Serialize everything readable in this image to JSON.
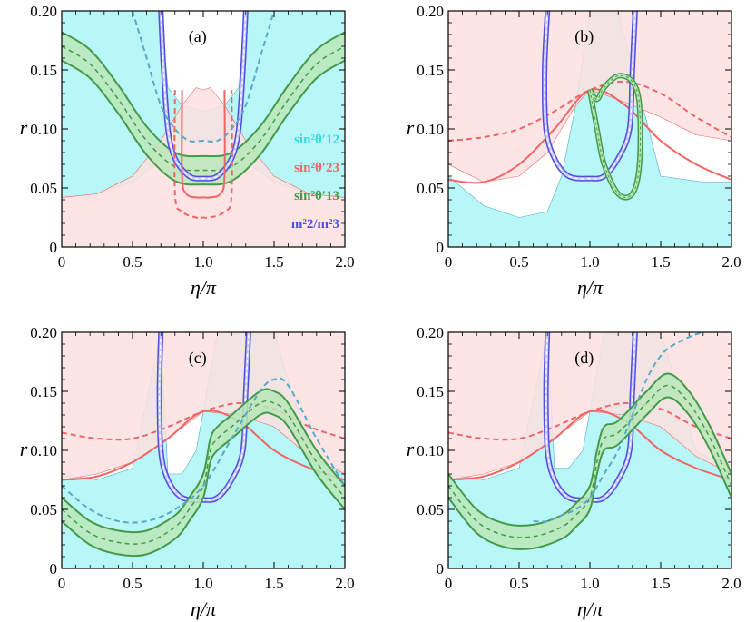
{
  "colors": {
    "cyan_fill": "#b8f7f7",
    "cyan_line": "#5aa8c8",
    "pink_fill": "#fde0e0",
    "overlap_fill": "#ecdcdc",
    "red": "#ee6666",
    "green": "#44994a",
    "green_band": "#b8e8b8",
    "blue": "#5050e0",
    "blue_band": "#c8c8ff"
  },
  "chart_data": [
    {
      "type": "line",
      "panel": "(a)",
      "xlabel": "η/π",
      "ylabel": "r",
      "xlim": [
        0,
        2.0
      ],
      "ylim": [
        0,
        0.2
      ],
      "xticks": [
        "0",
        "0.5",
        "1.0",
        "1.5",
        "2.0"
      ],
      "yticks": [
        "0",
        "0.05",
        "0.10",
        "0.15",
        "0.20"
      ],
      "legend": [
        {
          "label": "sin²θ′12",
          "color": "#33dddd"
        },
        {
          "label": "sin²θ′23",
          "color": "#ee6666"
        },
        {
          "label": "sin²θ′13",
          "color": "#44994a"
        },
        {
          "label": "m²2/m²3",
          "color": "#5050e0"
        }
      ],
      "regions": [
        {
          "name": "sin2theta12 allowed",
          "color": "cyan",
          "x": [
            0,
            0.25,
            0.5,
            0.65,
            0.7,
            0.75,
            0.85,
            1.0,
            1.15,
            1.25,
            1.3,
            1.35,
            1.5,
            1.75,
            2.0
          ],
          "y_lower": [
            0.042,
            0.045,
            0.055,
            0.068,
            0.075,
            0.08,
            0.09,
            0.09,
            0.09,
            0.08,
            0.075,
            0.068,
            0.055,
            0.045,
            0.042
          ],
          "y_upper": [
            0.2,
            0.2,
            0.2,
            0.2,
            0.2,
            0.135,
            0.12,
            0.115,
            0.12,
            0.135,
            0.2,
            0.2,
            0.2,
            0.2,
            0.2
          ]
        },
        {
          "name": "sin2theta23 allowed",
          "color": "pink",
          "x": [
            0,
            0.25,
            0.5,
            0.7,
            0.85,
            0.95,
            1.0,
            1.05,
            1.15,
            1.3,
            1.5,
            1.75,
            2.0
          ],
          "y_lower": [
            0,
            0,
            0,
            0,
            0,
            0,
            0,
            0,
            0,
            0,
            0,
            0,
            0
          ],
          "y_upper": [
            0.042,
            0.045,
            0.06,
            0.09,
            0.12,
            0.135,
            0.133,
            0.135,
            0.12,
            0.09,
            0.06,
            0.045,
            0.042
          ]
        }
      ],
      "series": [
        {
          "name": "sin²θ′13",
          "style": "band",
          "x": [
            0,
            0.2,
            0.4,
            0.6,
            0.8,
            1.0,
            1.2,
            1.4,
            1.6,
            1.8,
            2.0
          ],
          "y": [
            0.17,
            0.155,
            0.125,
            0.09,
            0.068,
            0.065,
            0.068,
            0.09,
            0.125,
            0.155,
            0.17
          ],
          "halfwidth": 0.012
        },
        {
          "name": "blue-loop",
          "style": "loop",
          "x": [
            0.7,
            0.72,
            0.75,
            0.8,
            0.9,
            1.0,
            1.1,
            1.2,
            1.25,
            1.28,
            1.3
          ],
          "y": [
            0.2,
            0.15,
            0.1,
            0.075,
            0.06,
            0.058,
            0.06,
            0.075,
            0.1,
            0.15,
            0.2
          ]
        },
        {
          "name": "red-solid-loop",
          "style": "red-solid",
          "x": [
            0.85,
            0.85,
            0.88,
            0.95,
            1.0,
            1.05,
            1.12,
            1.15,
            1.15
          ],
          "y": [
            0.133,
            0.06,
            0.045,
            0.042,
            0.042,
            0.042,
            0.045,
            0.06,
            0.133
          ]
        },
        {
          "name": "red-dashed-loop",
          "style": "red-dashed",
          "x": [
            0.8,
            0.8,
            0.85,
            0.95,
            1.0,
            1.05,
            1.15,
            1.2,
            1.2
          ],
          "y": [
            0.133,
            0.045,
            0.03,
            0.025,
            0.025,
            0.025,
            0.03,
            0.045,
            0.133
          ]
        },
        {
          "name": "cyan-dashed",
          "style": "cyan-dashed",
          "x": [
            0.5,
            0.6,
            0.7,
            0.8,
            0.9,
            1.0,
            1.1,
            1.2,
            1.3,
            1.4,
            1.5
          ],
          "y": [
            0.2,
            0.16,
            0.12,
            0.1,
            0.09,
            0.09,
            0.09,
            0.1,
            0.12,
            0.16,
            0.2
          ]
        }
      ]
    },
    {
      "type": "line",
      "panel": "(b)",
      "xlabel": "η/π",
      "ylabel": "r",
      "xlim": [
        0,
        2.0
      ],
      "ylim": [
        0,
        0.2
      ],
      "xticks": [
        "0",
        "0.5",
        "1.0",
        "1.5",
        "2.0"
      ],
      "yticks": [
        "0",
        "0.05",
        "0.10",
        "0.15",
        "0.20"
      ],
      "regions": [
        {
          "name": "cyan-region",
          "color": "cyan",
          "x": [
            0,
            0.25,
            0.5,
            0.7,
            0.8,
            0.9,
            1.0,
            1.2,
            1.5,
            1.8,
            2.0
          ],
          "y_lower": [
            0,
            0,
            0,
            0,
            0,
            0,
            0,
            0,
            0,
            0,
            0
          ],
          "y_upper": [
            0.06,
            0.035,
            0.025,
            0.03,
            0.06,
            0.12,
            0.2,
            0.2,
            0.06,
            0.055,
            0.055
          ]
        },
        {
          "name": "pink-region",
          "color": "pink",
          "x": [
            0,
            0.25,
            0.5,
            0.7,
            0.8,
            0.9,
            1.0,
            1.2,
            1.5,
            1.75,
            2.0
          ],
          "y_lower": [
            0.07,
            0.055,
            0.06,
            0.08,
            0.1,
            0.12,
            0.133,
            0.125,
            0.11,
            0.095,
            0.09
          ],
          "y_upper": [
            0.2,
            0.2,
            0.2,
            0.2,
            0.2,
            0.2,
            0.2,
            0.2,
            0.2,
            0.2,
            0.2
          ]
        }
      ],
      "series": [
        {
          "name": "red-dashed",
          "style": "red-dashed",
          "x": [
            0,
            0.25,
            0.5,
            0.75,
            1.0,
            1.25,
            1.5,
            1.75,
            2.0
          ],
          "y": [
            0.09,
            0.093,
            0.1,
            0.115,
            0.133,
            0.14,
            0.13,
            0.11,
            0.093
          ]
        },
        {
          "name": "red-solid",
          "style": "red-solid",
          "x": [
            0,
            0.25,
            0.5,
            0.75,
            1.0,
            1.25,
            1.5,
            1.75,
            2.0
          ],
          "y": [
            0.057,
            0.055,
            0.07,
            0.1,
            0.133,
            0.12,
            0.09,
            0.07,
            0.057
          ]
        },
        {
          "name": "blue-loop",
          "style": "loop",
          "x": [
            0.7,
            0.68,
            0.69,
            0.75,
            0.85,
            1.0,
            1.1,
            1.2,
            1.28,
            1.3,
            1.32
          ],
          "y": [
            0.2,
            0.15,
            0.1,
            0.075,
            0.06,
            0.058,
            0.06,
            0.075,
            0.1,
            0.15,
            0.2
          ]
        },
        {
          "name": "green-loop",
          "style": "green-loop",
          "x": [
            1.0,
            1.05,
            1.1,
            1.2,
            1.3,
            1.35,
            1.35,
            1.3,
            1.2,
            1.1,
            1.05,
            1.0
          ],
          "y": [
            0.133,
            0.1,
            0.07,
            0.045,
            0.045,
            0.07,
            0.12,
            0.14,
            0.145,
            0.135,
            0.125,
            0.133
          ]
        }
      ]
    },
    {
      "type": "line",
      "panel": "(c)",
      "xlabel": "η/π",
      "ylabel": "r",
      "xlim": [
        0,
        2.0
      ],
      "ylim": [
        0,
        0.2
      ],
      "xticks": [
        "0",
        "0.5",
        "1.0",
        "1.5",
        "2.0"
      ],
      "yticks": [
        "0",
        "0.05",
        "0.10",
        "0.15",
        "0.20"
      ],
      "regions": [
        {
          "name": "cyan-region",
          "color": "cyan",
          "x": [
            0,
            0.25,
            0.5,
            0.7,
            0.75,
            0.85,
            0.95,
            1.0,
            1.1,
            1.25,
            1.5,
            1.75,
            2.0
          ],
          "y_lower": [
            0,
            0,
            0,
            0,
            0,
            0,
            0,
            0,
            0,
            0,
            0,
            0,
            0
          ],
          "y_upper": [
            0.08,
            0.075,
            0.085,
            0.2,
            0.08,
            0.08,
            0.1,
            0.133,
            0.2,
            0.2,
            0.2,
            0.1,
            0.08
          ]
        },
        {
          "name": "pink-region",
          "color": "pink",
          "x": [
            0,
            0.25,
            0.5,
            0.75,
            1.0,
            1.25,
            1.5,
            1.75,
            2.0
          ],
          "y_lower": [
            0.075,
            0.08,
            0.09,
            0.11,
            0.133,
            0.13,
            0.12,
            0.095,
            0.08
          ],
          "y_upper": [
            0.2,
            0.2,
            0.2,
            0.2,
            0.2,
            0.2,
            0.2,
            0.2,
            0.2
          ]
        }
      ],
      "series": [
        {
          "name": "red-dashed",
          "style": "red-dashed",
          "x": [
            0,
            0.25,
            0.5,
            0.75,
            1.0,
            1.25,
            1.5,
            1.75,
            2.0
          ],
          "y": [
            0.115,
            0.11,
            0.11,
            0.12,
            0.133,
            0.14,
            0.135,
            0.12,
            0.11
          ]
        },
        {
          "name": "red-solid",
          "style": "red-solid",
          "x": [
            0,
            0.25,
            0.5,
            0.75,
            1.0,
            1.25,
            1.5,
            1.75,
            2.0
          ],
          "y": [
            0.075,
            0.078,
            0.09,
            0.11,
            0.133,
            0.125,
            0.1,
            0.085,
            0.075
          ]
        },
        {
          "name": "blue-loop",
          "style": "loop",
          "x": [
            0.7,
            0.69,
            0.7,
            0.75,
            0.85,
            1.0,
            1.1,
            1.2,
            1.28,
            1.3,
            1.32
          ],
          "y": [
            0.2,
            0.15,
            0.1,
            0.075,
            0.06,
            0.058,
            0.06,
            0.075,
            0.1,
            0.15,
            0.2
          ]
        },
        {
          "name": "green-band",
          "style": "band",
          "x": [
            0,
            0.2,
            0.4,
            0.6,
            0.8,
            0.9,
            1.0,
            1.05,
            1.1,
            1.2,
            1.4,
            1.5,
            1.6,
            1.8,
            2.0
          ],
          "y": [
            0.05,
            0.03,
            0.022,
            0.022,
            0.035,
            0.05,
            0.07,
            0.1,
            0.11,
            0.12,
            0.14,
            0.14,
            0.13,
            0.09,
            0.06
          ],
          "halfwidth": 0.01
        },
        {
          "name": "cyan-dashed",
          "style": "cyan-dashed",
          "x": [
            0,
            0.2,
            0.4,
            0.6,
            0.8,
            1.0,
            1.2,
            1.4,
            1.5,
            1.6,
            1.8,
            2.0
          ],
          "y": [
            0.07,
            0.05,
            0.04,
            0.04,
            0.05,
            0.07,
            0.11,
            0.15,
            0.16,
            0.155,
            0.11,
            0.07
          ]
        }
      ]
    },
    {
      "type": "line",
      "panel": "(d)",
      "xlabel": "η/π",
      "ylabel": "r",
      "xlim": [
        0,
        2.0
      ],
      "ylim": [
        0,
        0.2
      ],
      "xticks": [
        "0",
        "0.5",
        "1.0",
        "1.5",
        "2.0"
      ],
      "yticks": [
        "0",
        "0.05",
        "0.10",
        "0.15",
        "0.20"
      ],
      "regions": [
        {
          "name": "cyan-region",
          "color": "cyan",
          "x": [
            0,
            0.25,
            0.5,
            0.7,
            0.75,
            0.85,
            0.95,
            1.0,
            1.1,
            1.25,
            1.5,
            1.75,
            2.0
          ],
          "y_lower": [
            0,
            0,
            0,
            0,
            0,
            0,
            0,
            0,
            0,
            0,
            0,
            0,
            0
          ],
          "y_upper": [
            0.08,
            0.075,
            0.085,
            0.2,
            0.085,
            0.085,
            0.1,
            0.133,
            0.2,
            0.2,
            0.2,
            0.1,
            0.08
          ]
        },
        {
          "name": "pink-region",
          "color": "pink",
          "x": [
            0,
            0.25,
            0.5,
            0.75,
            1.0,
            1.25,
            1.5,
            1.75,
            2.0
          ],
          "y_lower": [
            0.075,
            0.08,
            0.09,
            0.11,
            0.133,
            0.13,
            0.12,
            0.095,
            0.08
          ],
          "y_upper": [
            0.2,
            0.2,
            0.2,
            0.2,
            0.2,
            0.2,
            0.2,
            0.2,
            0.2
          ]
        }
      ],
      "series": [
        {
          "name": "red-dashed",
          "style": "red-dashed",
          "x": [
            0,
            0.25,
            0.5,
            0.75,
            1.0,
            1.25,
            1.5,
            1.75,
            2.0
          ],
          "y": [
            0.115,
            0.11,
            0.11,
            0.12,
            0.133,
            0.14,
            0.135,
            0.12,
            0.11
          ]
        },
        {
          "name": "red-solid",
          "style": "red-solid",
          "x": [
            0,
            0.25,
            0.5,
            0.75,
            1.0,
            1.25,
            1.5,
            1.75,
            2.0
          ],
          "y": [
            0.075,
            0.078,
            0.09,
            0.11,
            0.133,
            0.125,
            0.1,
            0.085,
            0.075
          ]
        },
        {
          "name": "blue-loop",
          "style": "loop",
          "x": [
            0.7,
            0.69,
            0.7,
            0.75,
            0.85,
            1.0,
            1.1,
            1.2,
            1.28,
            1.3,
            1.32
          ],
          "y": [
            0.2,
            0.15,
            0.1,
            0.075,
            0.06,
            0.058,
            0.06,
            0.075,
            0.1,
            0.15,
            0.2
          ]
        },
        {
          "name": "green-band",
          "style": "band",
          "x": [
            0,
            0.2,
            0.4,
            0.6,
            0.8,
            0.9,
            1.0,
            1.05,
            1.1,
            1.2,
            1.4,
            1.55,
            1.7,
            1.85,
            2.0
          ],
          "y": [
            0.07,
            0.04,
            0.028,
            0.027,
            0.035,
            0.045,
            0.06,
            0.09,
            0.11,
            0.115,
            0.14,
            0.155,
            0.14,
            0.11,
            0.07
          ],
          "halfwidth": 0.01
        },
        {
          "name": "cyan-dashed",
          "style": "cyan-dashed",
          "x": [
            0.6,
            0.7,
            0.8,
            0.9,
            1.0,
            1.1,
            1.2,
            1.3,
            1.4,
            1.5,
            1.6,
            1.8,
            2.0
          ],
          "y": [
            0.04,
            0.04,
            0.045,
            0.05,
            0.06,
            0.08,
            0.1,
            0.13,
            0.16,
            0.18,
            0.19,
            0.2,
            0.2
          ]
        }
      ]
    }
  ]
}
